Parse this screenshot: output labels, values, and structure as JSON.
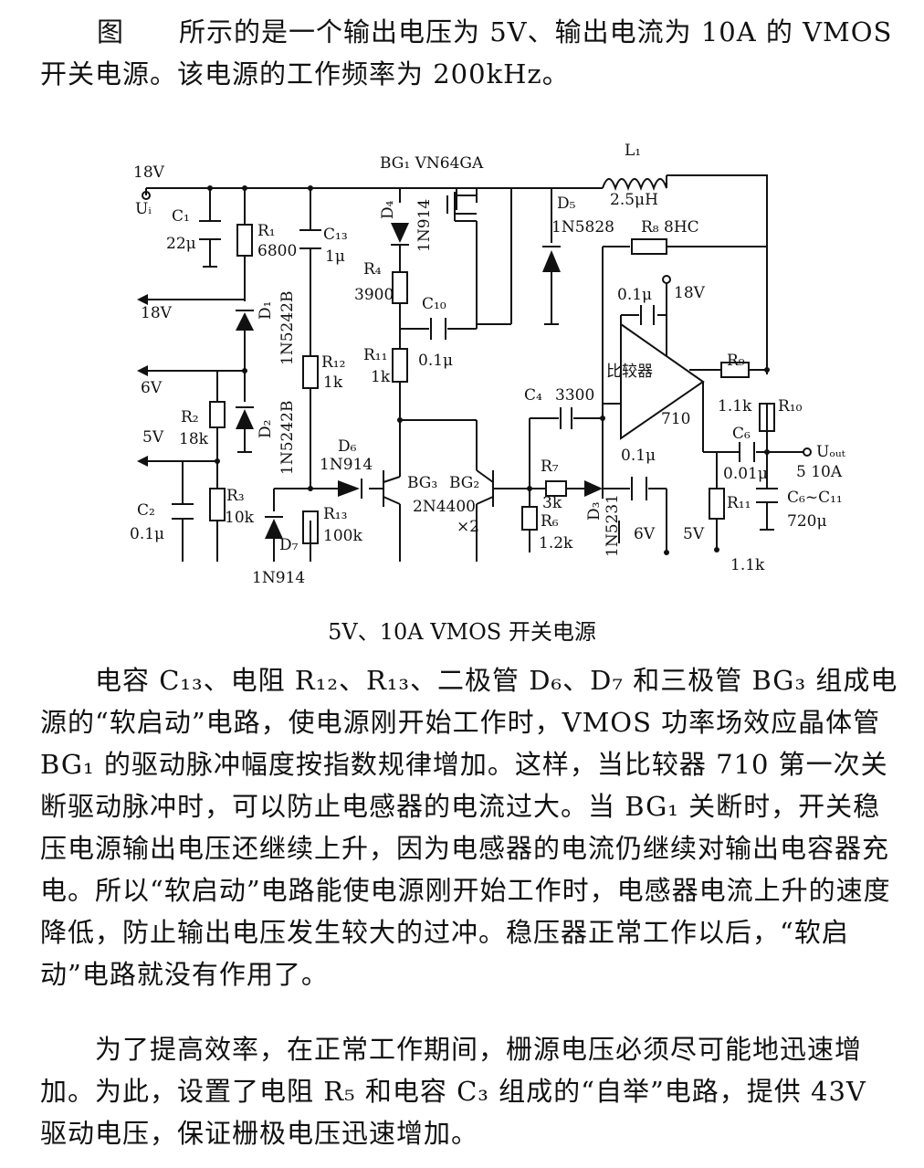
{
  "intro": {
    "text": "图　　所示的是一个输出电压为 5V、输出电流为 10A 的 VMOS 开关电源。该电源的工作频率为 200kHz。"
  },
  "circuit": {
    "caption": "5V、10A VMOS 开关电源",
    "labels": {
      "v18_top": "18V",
      "ui": "Uᵢ",
      "c1": "C₁",
      "c1_val": "22μ",
      "r1": "R₁",
      "r1_val": "6800",
      "c13": "C₁₃",
      "c13_val": "1μ",
      "v18_left": "18V",
      "d1": "D₁",
      "d1_part": "1N5242B",
      "v6_left": "6V",
      "r2": "R₂",
      "r2_val": "18k",
      "v5_left": "5V",
      "d2": "D₂",
      "d2_part": "1N5242B",
      "r12": "R₁₂",
      "r12_val": "1k",
      "c2": "C₂",
      "c2_val": "0.1μ",
      "r3": "R₃",
      "r3_val": "10k",
      "d7": "D₇",
      "d7_part": "1N914",
      "d6": "D₆",
      "d6_part": "1N914",
      "r13": "R₁₃",
      "r13_val": "100k",
      "bg1": "BG₁ VN64GA",
      "d4": "D₄",
      "d4_part": "1N914",
      "r4": "R₄",
      "r4_val": "3900",
      "c10": "C₁₀",
      "c10_val": "0.1μ",
      "r11b": "R₁₁",
      "r11b_val": "1k",
      "bg3": "BG₃",
      "bg2": "BG₂",
      "bg_part": "2N4400",
      "bg_qty": "×2",
      "l1": "L₁",
      "l1_val": "2.5μH",
      "d5": "D₅",
      "d5_part": "1N5828",
      "r8": "R₈ 8HC",
      "cmp_cap": "0.1μ",
      "cmp_v": "18V",
      "comparator": "比较器",
      "cmp_part": "710",
      "c4": "C₄",
      "c4_val": "3300",
      "r7": "R₇",
      "r7_val": "3k",
      "r6": "R₆",
      "r6_val": "1.2k",
      "d3": "D₃",
      "d3_part": "1N5231",
      "c_mid_val": "0.1μ",
      "v6_bottom": "6V",
      "v5_bottom": "5V",
      "r9": "R₉",
      "r9_val": "1.1k",
      "r10": "R₁₀",
      "c6": "C₆",
      "c6_val": "0.01μ",
      "r11": "R₁₁",
      "r11_val": "1.1k",
      "uout": "Uₒᵤₜ",
      "out_spec": "5 10A",
      "cout": "C₆~C₁₁",
      "cout_val": "720μ"
    }
  },
  "body": {
    "p1": "电容 C₁₃、电阻 R₁₂、R₁₃、二极管 D₆、D₇ 和三极管 BG₃ 组成电源的“软启动”电路，使电源刚开始工作时，VMOS 功率场效应晶体管 BG₁ 的驱动脉冲幅度按指数规律增加。这样，当比较器 710 第一次关断驱动脉冲时，可以防止电感器的电流过大。当 BG₁ 关断时，开关稳压电源输出电压还继续上升，因为电感器的电流仍继续对输出电容器充电。所以“软启动”电路能使电源刚开始工作时，电感器电流上升的速度降低，防止输出电压发生较大的过冲。稳压器正常工作以后，“软启动”电路就没有作用了。",
    "p2": "为了提高效率，在正常工作期间，栅源电压必须尽可能地迅速增加。为此，设置了电阻 R₅ 和电容 C₃ 组成的“自举”电路，提供 43V 驱动电压，保证栅极电压迅速增加。"
  }
}
